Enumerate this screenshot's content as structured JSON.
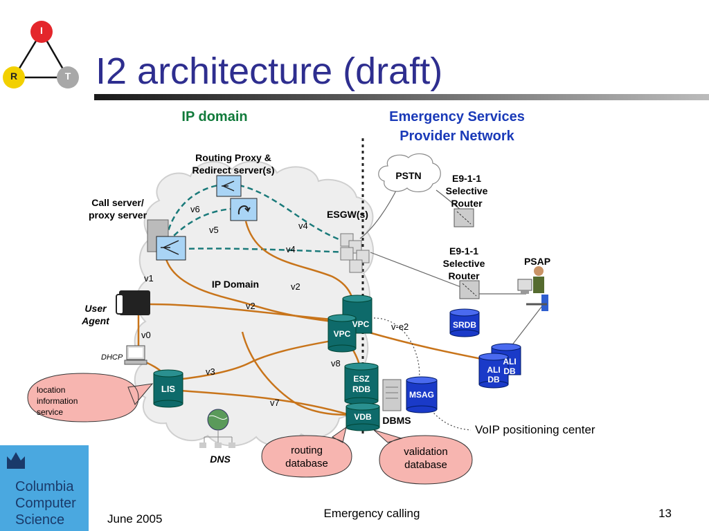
{
  "title": "I2 architecture (draft)",
  "logo_nodes": {
    "top": "I",
    "left": "R",
    "right": "T"
  },
  "ip_domain_heading": "IP domain",
  "esp_heading_line1": "Emergency Services",
  "esp_heading_line2": "Provider Network",
  "labels": {
    "routing_proxy_1": "Routing Proxy &",
    "routing_proxy_2": "Redirect server(s)",
    "call_server_1": "Call server/",
    "call_server_2": "proxy server",
    "esgw": "ESGW(s)",
    "pstn": "PSTN",
    "sr1_a": "E9-1-1",
    "sr1_b": "Selective",
    "sr1_c": "Router",
    "sr2_a": "E9-1-1",
    "sr2_b": "Selective",
    "sr2_c": "Router",
    "psap": "PSAP",
    "ip_domain_inner": "IP Domain",
    "user_agent_1": "User",
    "user_agent_2": "Agent",
    "dhcp": "DHCP",
    "dns": "DNS",
    "dbms": "DBMS",
    "voip_center": "VoIP positioning center"
  },
  "interfaces": {
    "v0": "v0",
    "v1": "v1",
    "v2a": "v2",
    "v2b": "v2",
    "v3": "v3",
    "v4a": "v4",
    "v4b": "v4",
    "v5": "v5",
    "v6": "v6",
    "v7": "v7",
    "v8": "v8",
    "ve2": "v-e2"
  },
  "databases": {
    "lis": "LIS",
    "vpc_back": "VPC",
    "vpc_front": "VPC",
    "esz_1": "ESZ",
    "esz_2": "RDB",
    "vdb": "VDB",
    "msag": "MSAG",
    "srdb": "SRDB",
    "ali_back": "ALI DB",
    "ali_1": "ALI",
    "ali_2": "DB"
  },
  "callouts": {
    "lis_1": "location",
    "lis_2": "information",
    "lis_3": "service",
    "routing_1": "routing",
    "routing_2": "database",
    "validation_1": "validation",
    "validation_2": "database"
  },
  "footer": {
    "org_1": "Columbia",
    "org_2": "Computer",
    "org_3": "Science",
    "date": "June 2005",
    "center": "Emergency calling",
    "page": "13"
  },
  "colors": {
    "title": "#2e2e8f",
    "ip_domain": "#107a3a",
    "esp": "#1a3ab8",
    "link": "#c8741a",
    "dashed_link": "#1a7a7a",
    "db": "#0e6a6a",
    "callout": "#f7b5b0"
  }
}
